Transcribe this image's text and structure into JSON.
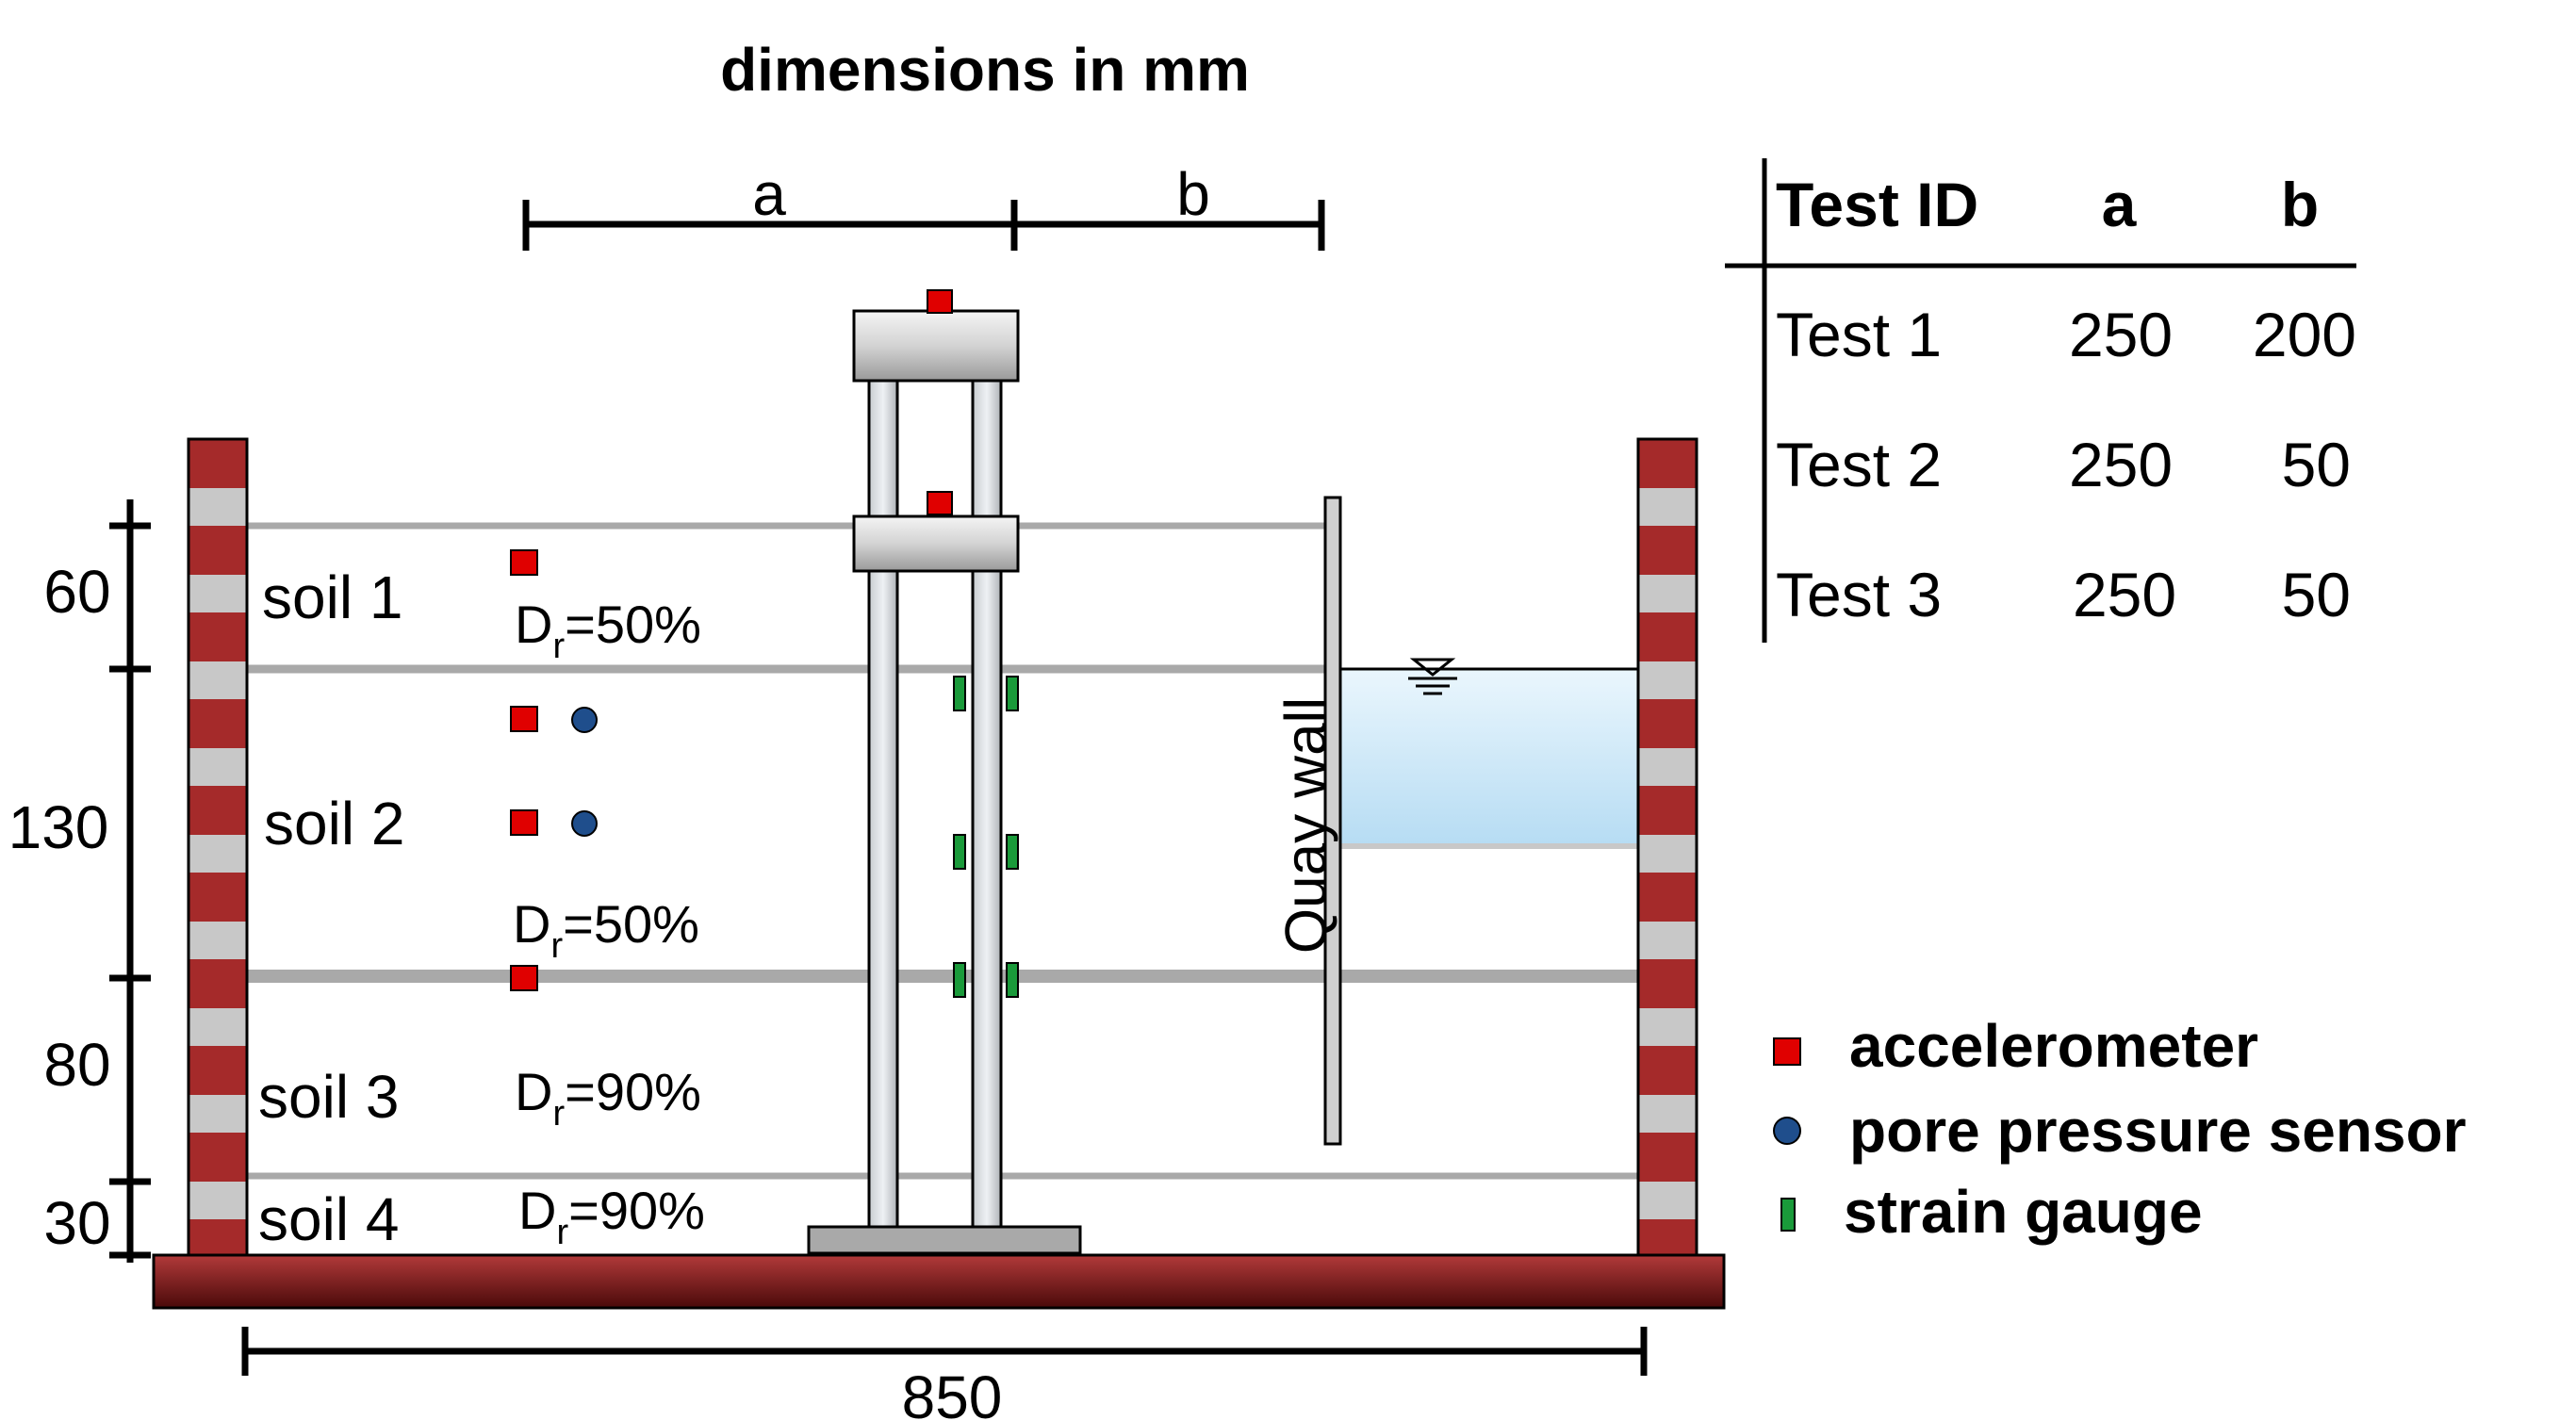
{
  "title": "dimensions in mm",
  "dim_labels": {
    "a": "a",
    "b": "b",
    "width": "850"
  },
  "layer_heights": [
    "60",
    "130",
    "80",
    "30"
  ],
  "layers": [
    {
      "name": "soil 1",
      "dr_base": "D",
      "dr_sub": "r",
      "dr_value": "=50%"
    },
    {
      "name": "soil 2",
      "dr_base": "D",
      "dr_sub": "r",
      "dr_value": "=50%"
    },
    {
      "name": "soil 3",
      "dr_base": "D",
      "dr_sub": "r",
      "dr_value": "=90%"
    },
    {
      "name": "soil 4",
      "dr_base": "D",
      "dr_sub": "r",
      "dr_value": "=90%"
    }
  ],
  "quay_wall_label": "Quay wall",
  "table": {
    "headers": [
      "Test ID",
      "a",
      "b"
    ],
    "rows": [
      [
        "Test 1",
        "250",
        "200"
      ],
      [
        "Test 2",
        "250",
        "50"
      ],
      [
        "Test 3",
        "250",
        "50"
      ]
    ]
  },
  "legend": [
    {
      "label": "accelerometer",
      "icon": "red-square-icon"
    },
    {
      "label": "pore pressure sensor",
      "icon": "blue-circle-icon"
    },
    {
      "label": "strain gauge",
      "icon": "green-bar-icon"
    }
  ],
  "colors": {
    "container": "#8b1c1c",
    "sensor_accelerometer": "#e00000",
    "sensor_pore_pressure": "#1f4e8c",
    "sensor_strain_gauge": "#1a9a3a",
    "water": "#c8e4f5",
    "layer_line": "#a9a9a9"
  }
}
